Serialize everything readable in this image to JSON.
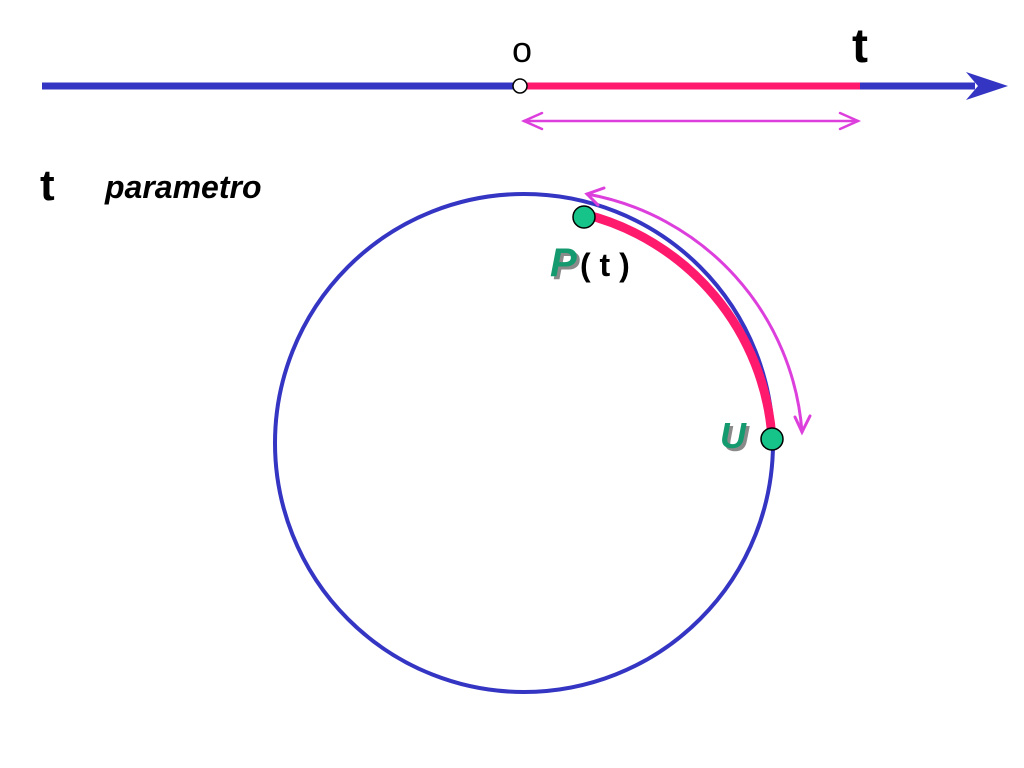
{
  "labels": {
    "origin": "o",
    "axis_end": "t",
    "param_symbol": "t",
    "param_word": "parametro",
    "point_p": "P",
    "point_p_arg": "( t )",
    "point_u": "U"
  },
  "colors": {
    "axis": "#3535c4",
    "segment": "#ff1a6e",
    "arrow": "#dd3fdd",
    "circle": "#3535c4",
    "point": "#16c48a",
    "point_label": "#149a6e",
    "label_shadow": "#8a8a8a",
    "text": "#000000"
  }
}
